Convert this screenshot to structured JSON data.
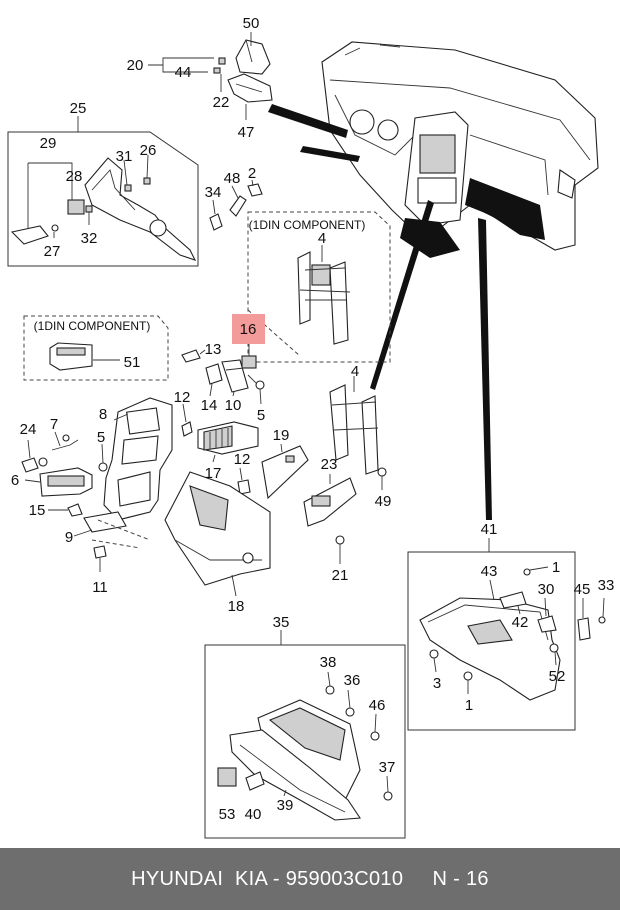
{
  "diagram": {
    "box_title_1din": "(1DIN COMPONENT)",
    "highlight_color": "#f39a9a",
    "labels": {
      "p50": "50",
      "p20": "20",
      "p44": "44",
      "p22": "22",
      "p47": "47",
      "p25": "25",
      "p29": "29",
      "p31": "31",
      "p26": "26",
      "p28": "28",
      "p32": "32",
      "p27": "27",
      "p34": "34",
      "p48": "48",
      "p2": "2",
      "p4a": "4",
      "p16": "16",
      "p13": "13",
      "p51": "51",
      "p14": "14",
      "p10": "10",
      "p5a": "5",
      "p12a": "12",
      "p4b": "4",
      "p24": "24",
      "p7": "7",
      "p8": "8",
      "p5b": "5",
      "p6": "6",
      "p19": "19",
      "p17": "17",
      "p12b": "12",
      "p23": "23",
      "p49": "49",
      "p15": "15",
      "p9": "9",
      "p11": "11",
      "p18": "18",
      "p21": "21",
      "p41": "41",
      "p43": "43",
      "p1a": "1",
      "p30": "30",
      "p45": "45",
      "p33": "33",
      "p42": "42",
      "p52": "52",
      "p3": "3",
      "p1b": "1",
      "p35": "35",
      "p38": "38",
      "p36": "36",
      "p46": "46",
      "p37": "37",
      "p53": "53",
      "p40": "40",
      "p39": "39"
    }
  },
  "footer": {
    "text": "HYUNDAI  KIA - 959003C010     N - 16"
  }
}
